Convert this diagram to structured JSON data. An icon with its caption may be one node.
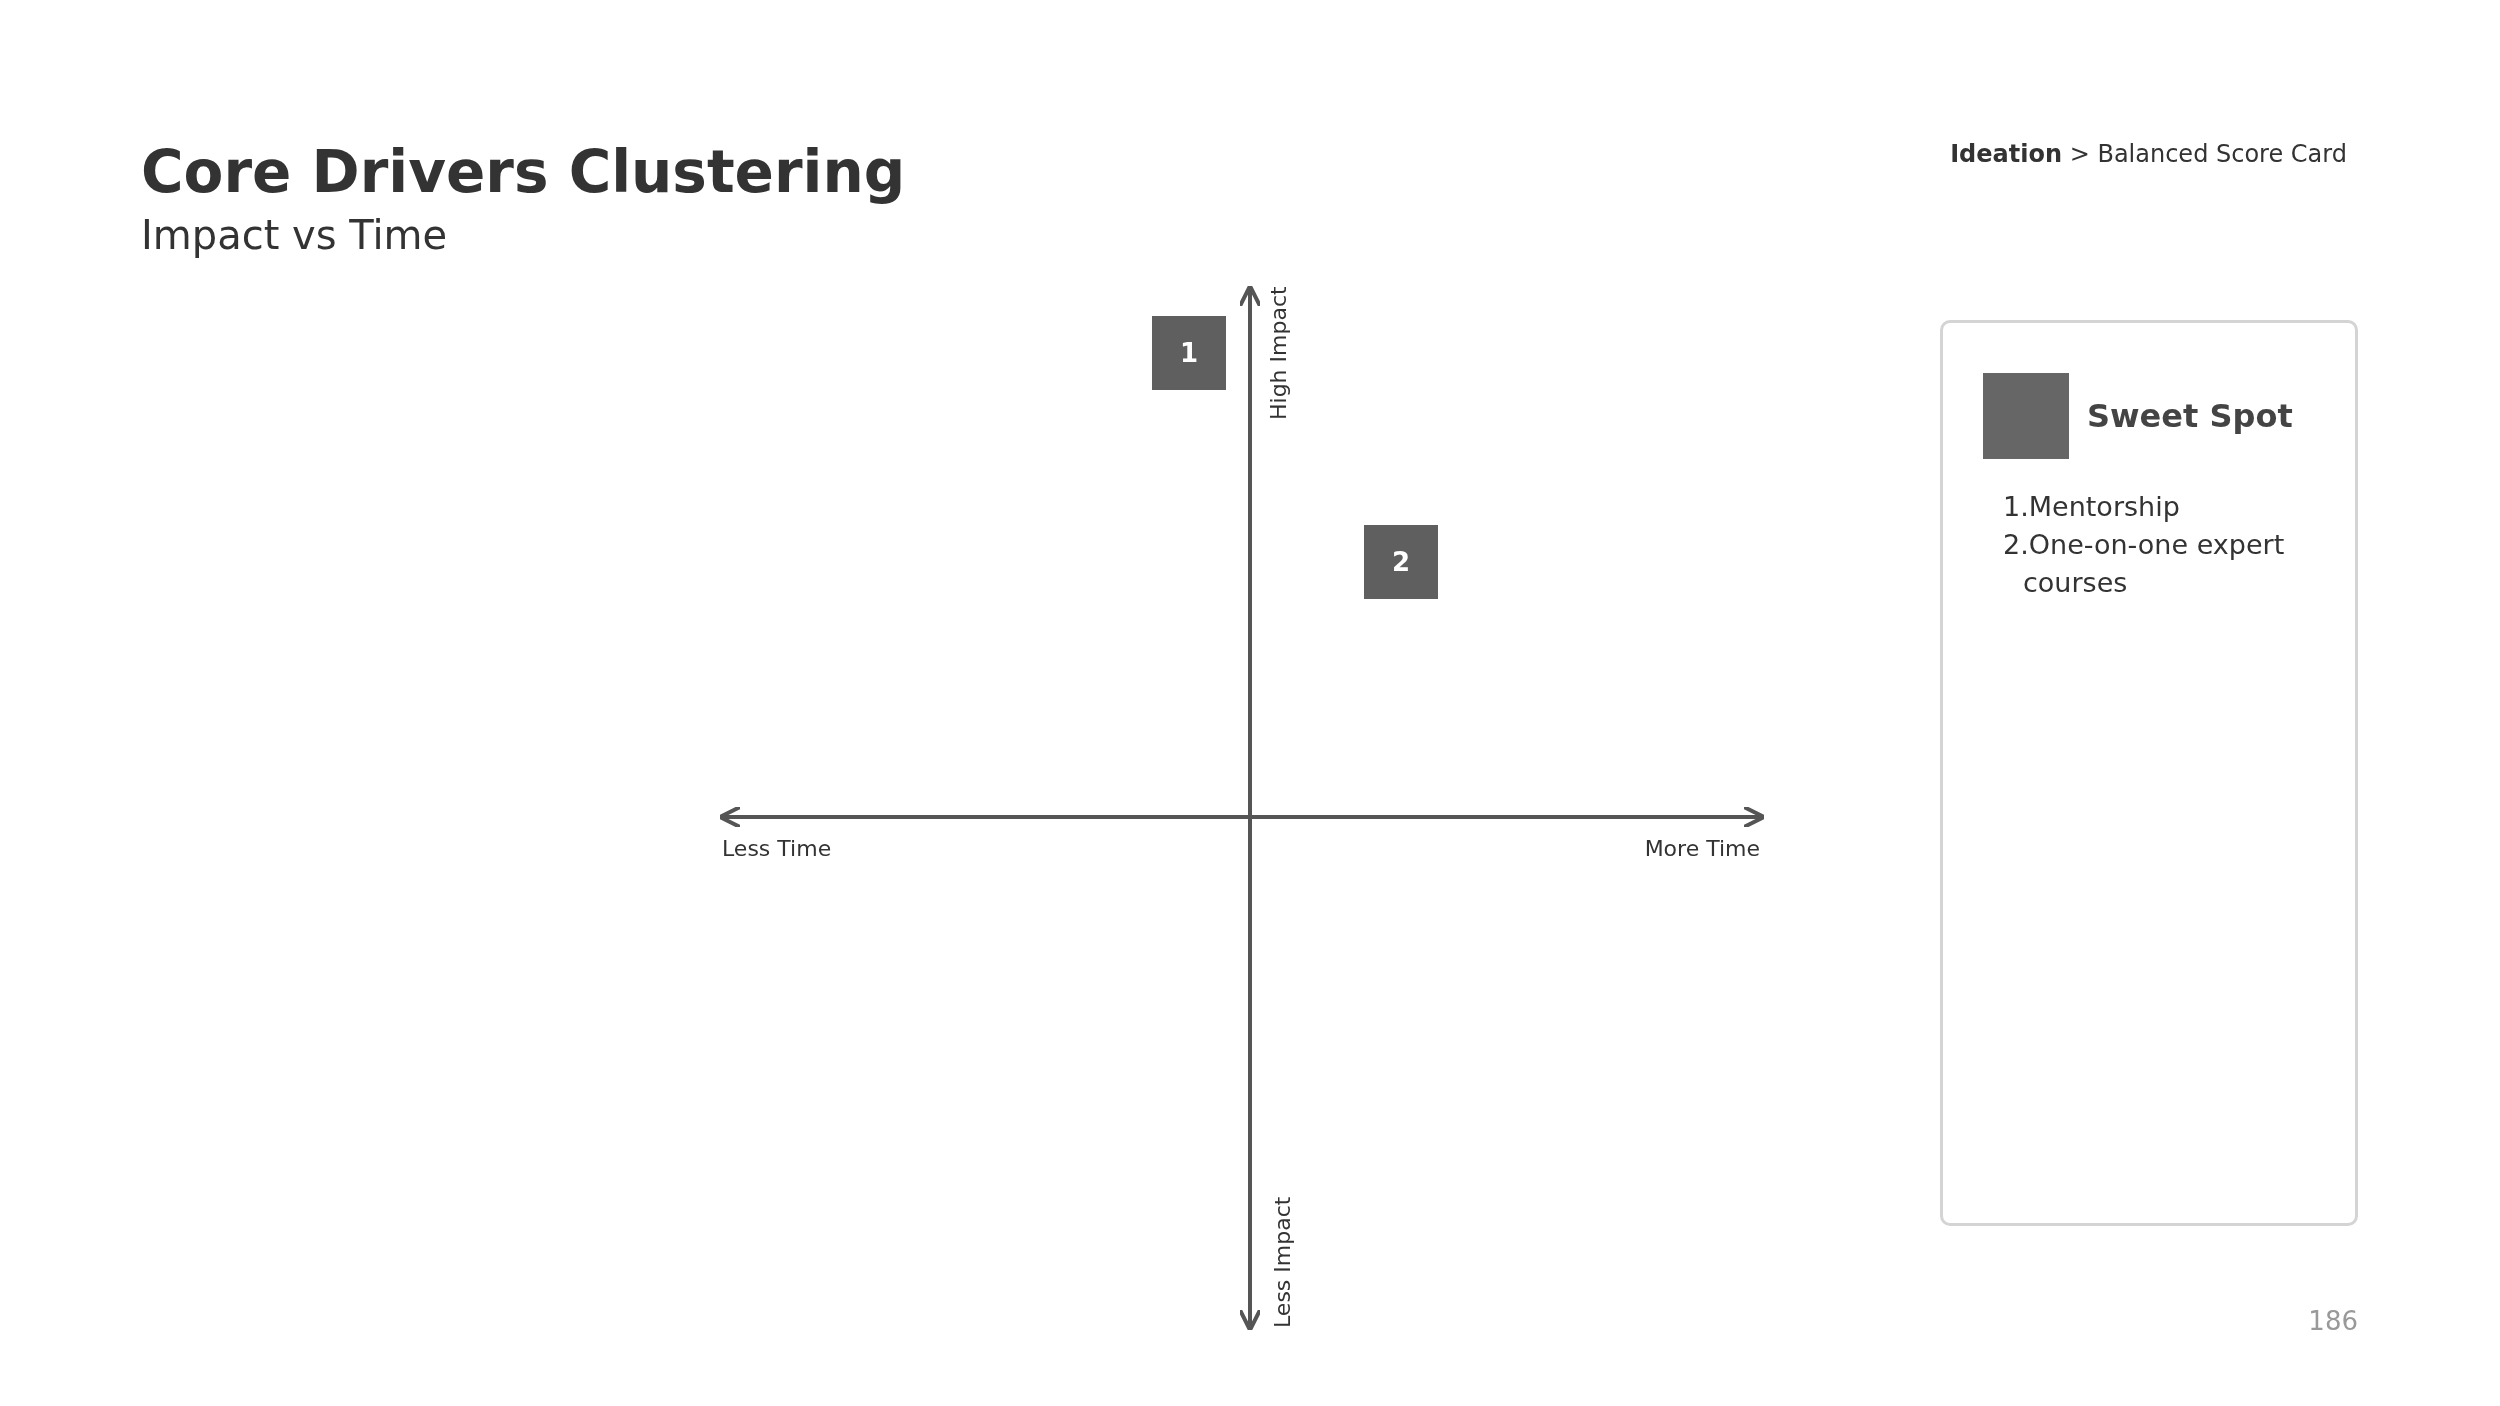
{
  "diagram": {
    "title": "Core Drivers Clustering",
    "nodes": [
      {
        "text": [
          "1"
        ]
      },
      {
        "text": [
          "2"
        ]
      },
      {
        "text": [
          "1.Mentorship",
          "2.One-on-one expert courses"
        ]
      }
    ],
    "labels": [
      "Impact vs Time",
      "**Ideation** > Balanced Score Card",
      "High Impact",
      "Less Time",
      "More Time",
      "Less Impact",
      "186"
    ],
    "legend": [
      {
        "text": "Sweet Spot",
        "color": "#666666"
      }
    ]
  }
}
